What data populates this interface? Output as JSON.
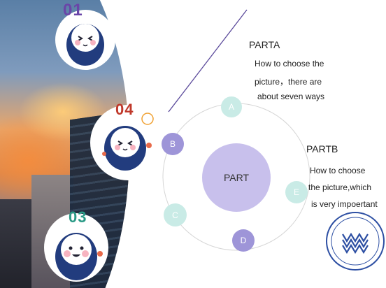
{
  "numbers": [
    "01",
    "04",
    "03"
  ],
  "center_label": "PART",
  "nodes": [
    "A",
    "B",
    "C",
    "D",
    "E"
  ],
  "part_a": {
    "title": "PARTA",
    "lines": [
      "How to choose the",
      "picture，there are",
      "about seven ways"
    ]
  },
  "part_b": {
    "title": "PARTB",
    "lines": [
      "How to choose",
      "the picture,which",
      "is very impoertant"
    ]
  },
  "colors": {
    "purple_node": "#9e95d8",
    "mint_node": "#c9ebe6",
    "center": "#c8c0ec",
    "accent_line": "#5b4a9b",
    "logo_blue": "#2d4fa3"
  },
  "icons": [
    "mascot-wink",
    "mascot-waving",
    "mascot-smiling",
    "sun-doodle",
    "university-logo"
  ]
}
